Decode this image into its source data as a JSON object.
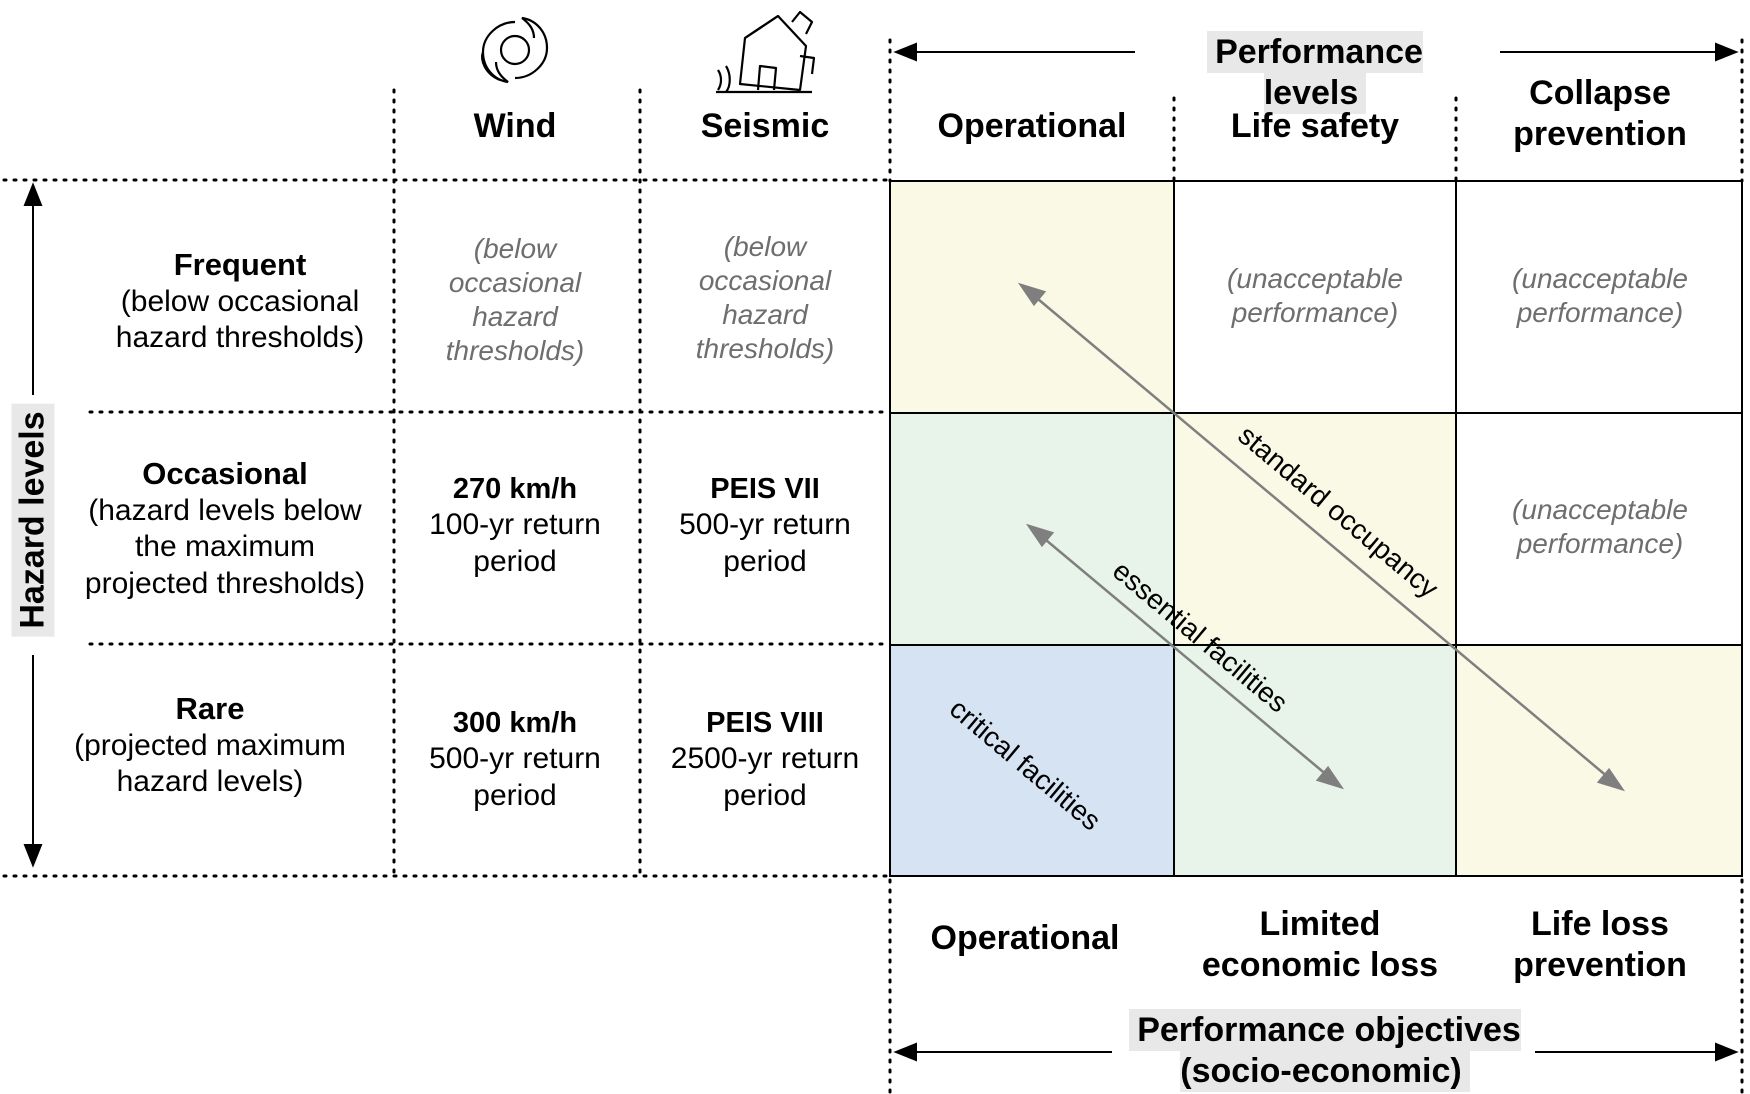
{
  "performance_levels_header": "Performance levels",
  "performance_levels": [
    "Operational",
    "Life safety",
    "Collapse prevention"
  ],
  "hazard_types": [
    "Wind",
    "Seismic"
  ],
  "hazard_levels_title": "Hazard levels",
  "hazard_levels": [
    {
      "name": "Frequent",
      "desc": "(below occasional hazard thresholds)",
      "wind": "(below occasional hazard thresholds)",
      "seismic": "(below occasional hazard thresholds)"
    },
    {
      "name": "Occasional",
      "desc": "(hazard levels below the maximum projected thresholds)",
      "wind_value": "270 km/h",
      "wind_period": "100-yr return period",
      "seismic_value": "PEIS VII",
      "seismic_period": "500-yr return period"
    },
    {
      "name": "Rare",
      "desc": "(projected maximum hazard levels)",
      "wind_value": "300 km/h",
      "wind_period": "500-yr return period",
      "seismic_value": "PEIS VIII",
      "seismic_period": "2500-yr return period"
    }
  ],
  "unacceptable": "(unacceptable performance)",
  "diagonals": [
    "standard occupancy",
    "essential facilities",
    "critical facilities"
  ],
  "objectives": [
    "Operational",
    "Limited economic loss",
    "Life loss prevention"
  ],
  "objectives_header": "Performance objectives (socio-economic)",
  "colors": {
    "yellow": "#f9f9e6",
    "green": "#e8f4ea",
    "blue": "#d6e3f3",
    "arrow": "#7f7f7f"
  },
  "icons": [
    "cyclone-icon",
    "earthquake-house-icon"
  ]
}
